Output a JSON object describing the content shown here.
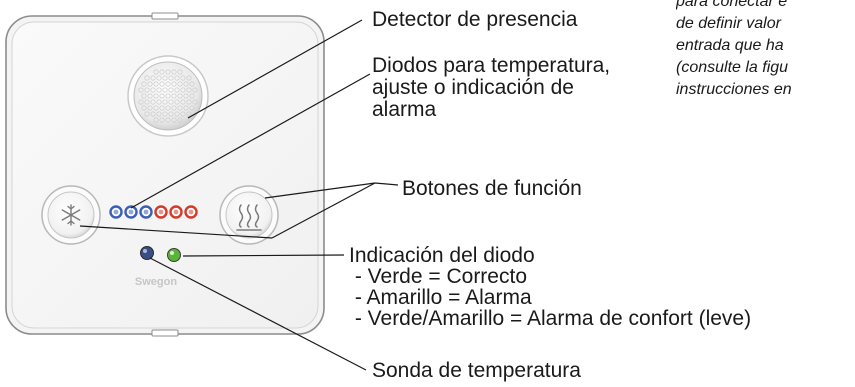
{
  "brand": "Swegon",
  "note_lines": [
    "para conectar e",
    "de definir valor",
    "entrada que ha",
    "(consulte la figu",
    "instrucciones en"
  ],
  "callouts": {
    "presence_detector": "Detector de presencia",
    "diodes": [
      "Diodos para temperatura,",
      "ajuste o indicación de",
      "alarma"
    ],
    "function_buttons": "Botones de función",
    "diode_indication": [
      "Indicación del diodo",
      " - Verde = Correcto",
      " - Amarillo = Alarma",
      " - Verde/Amarillo = Alarma de confort (leve)"
    ],
    "temp_probe": "Sonda de temperatura"
  },
  "led_colors": [
    "#3a5fb5",
    "#3a5fb5",
    "#3a5fb5",
    "#d23a2a",
    "#d23a2a",
    "#d23a2a"
  ],
  "status_led_color": "#5ab43a",
  "icons": {
    "left_button": "snowflake-icon",
    "right_button": "heat-waves-icon"
  }
}
